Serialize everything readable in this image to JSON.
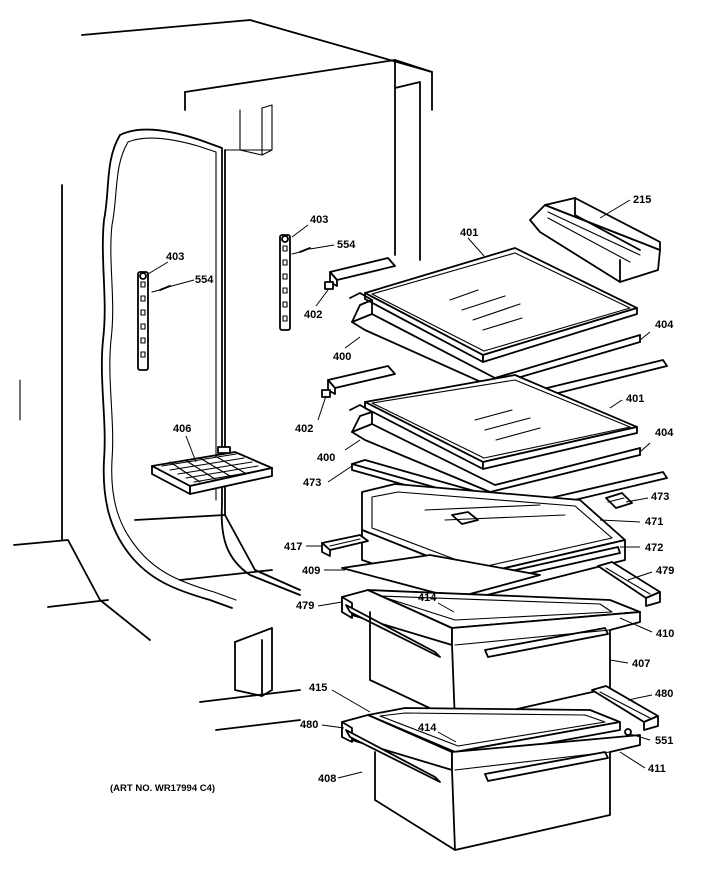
{
  "art_number": "(ART NO. WR17994 C4)",
  "parts": {
    "p215": "215",
    "p401a": "401",
    "p401b": "401",
    "p403a": "403",
    "p403b": "403",
    "p554a": "554",
    "p554b": "554",
    "p402a": "402",
    "p402b": "402",
    "p400a": "400",
    "p400b": "400",
    "p404a": "404",
    "p404b": "404",
    "p406": "406",
    "p473a": "473",
    "p473b": "473",
    "p471": "471",
    "p472": "472",
    "p417": "417",
    "p409": "409",
    "p479a": "479",
    "p479b": "479",
    "p414a": "414",
    "p414b": "414",
    "p410": "410",
    "p407": "407",
    "p415": "415",
    "p480a": "480",
    "p480b": "480",
    "p551": "551",
    "p411": "411",
    "p408": "408"
  }
}
